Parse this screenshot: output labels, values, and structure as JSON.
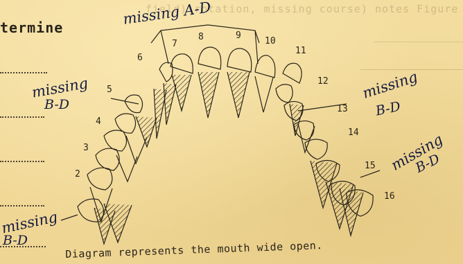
{
  "heading_partial": "termine",
  "caption": "Diagram represents the mouth wide open.",
  "ghost_lines": [
    "field) rotation, missing course) notes Figure",
    "...",
    "..."
  ],
  "annotations": {
    "top_missing": "missing A-D",
    "left_upper_missing": "missing",
    "left_upper_range": "B-D",
    "right_mid_missing": "missing",
    "right_mid_range": "B-D",
    "right_lower_missing": "missing",
    "right_lower_range": "B-D",
    "left_lower_missing": "missing",
    "left_lower_range": "B-D"
  },
  "tooth_numbers": {
    "n2": "2",
    "n3": "3",
    "n4": "4",
    "n5": "5",
    "n6": "6",
    "n7": "7",
    "n8": "8",
    "n9": "9",
    "n10": "10",
    "n11": "11",
    "n12": "12",
    "n13": "13",
    "n14": "14",
    "n15": "15",
    "n16": "16"
  },
  "colors": {
    "paper": "#f2dc9e",
    "ink_typed": "#2a241a",
    "ink_hand": "#141a40"
  }
}
